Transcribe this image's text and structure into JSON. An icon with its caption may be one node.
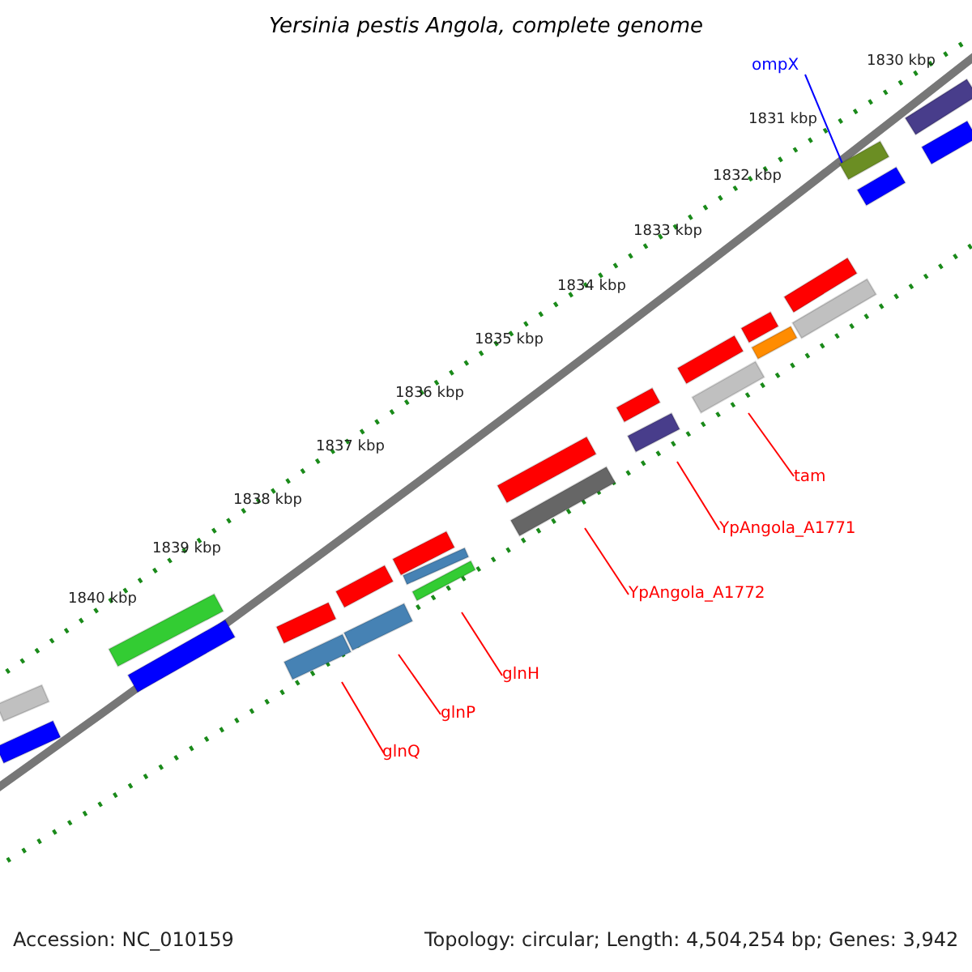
{
  "diagram": {
    "title": "Yersinia pestis Angola, complete genome",
    "nodes": [
      {
        "text": [
          "ompX"
        ]
      },
      {
        "text": [],
        "shape": "bar"
      },
      {
        "text": [
          "tam"
        ]
      },
      {
        "text": [],
        "shape": "bar"
      },
      {
        "text": [
          "YpAngola_A1771"
        ]
      },
      {
        "text": [],
        "shape": "bar"
      },
      {
        "text": [
          "YpAngola_A1772"
        ]
      },
      {
        "text": [],
        "shape": "bar"
      },
      {
        "text": [
          "glnH"
        ]
      },
      {
        "text": [],
        "shape": "bar"
      },
      {
        "text": [
          "glnP"
        ]
      },
      {
        "text": [],
        "shape": "bar"
      },
      {
        "text": [
          "glnQ"
        ]
      },
      {
        "text": [],
        "shape": "bar"
      },
      {
        "text": [],
        "shape": "bar"
      },
      {
        "text": [],
        "shape": "bar"
      },
      {
        "text": [],
        "shape": "bar"
      },
      {
        "text": [],
        "shape": "bar"
      },
      {
        "text": [],
        "shape": "bar"
      },
      {
        "text": [],
        "shape": "bar"
      },
      {
        "text": [],
        "shape": "bar"
      },
      {
        "text": [],
        "shape": "bar"
      },
      {
        "text": [],
        "shape": "bar"
      },
      {
        "text": [],
        "shape": "bar"
      },
      {
        "text": [],
        "shape": "bar"
      },
      {
        "text": [],
        "shape": "bar"
      },
      {
        "text": [],
        "shape": "bar"
      },
      {
        "text": [],
        "shape": "bar"
      },
      {
        "text": [],
        "shape": "bar"
      },
      {
        "text": [],
        "shape": "bar"
      },
      {
        "text": [],
        "shape": "bar"
      },
      {
        "text": [],
        "shape": "bar"
      }
    ],
    "edges": [
      {
        "from": 0,
        "to": 1,
        "arrow": "none",
        "color": "#0000ff"
      },
      {
        "from": 2,
        "to": 3,
        "arrow": "none"
      },
      {
        "from": 4,
        "to": 5,
        "arrow": "none"
      },
      {
        "from": 6,
        "to": 7,
        "arrow": "none"
      },
      {
        "from": 8,
        "to": 9,
        "arrow": "none"
      },
      {
        "from": 10,
        "to": 11,
        "arrow": "none"
      },
      {
        "from": 12,
        "to": 13,
        "arrow": "none"
      }
    ],
    "labels": [
      "1830 kbp",
      "1831 kbp",
      "1832 kbp",
      "1833 kbp",
      "1834 kbp",
      "1835 kbp",
      "1836 kbp",
      "1837 kbp",
      "1838 kbp",
      "1839 kbp",
      "1840 kbp",
      "Accession: NC_010159",
      "Topology: circular; Length: 4,504,254 bp; Genes: 3,942"
    ]
  }
}
